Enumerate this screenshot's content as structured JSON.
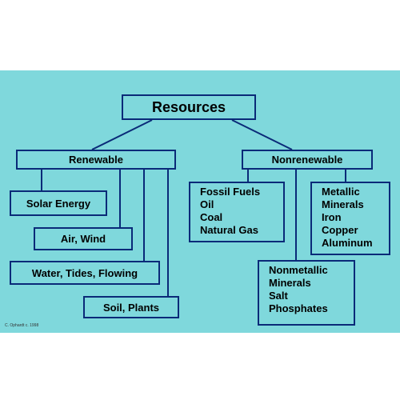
{
  "diagram": {
    "root": "Resources",
    "renewable": {
      "label": "Renewable",
      "items": [
        "Solar Energy",
        "Air, Wind",
        "Water, Tides, Flowing",
        "Soil, Plants"
      ]
    },
    "nonrenewable": {
      "label": "Nonrenewable",
      "fossil_fuels": [
        "Fossil Fuels",
        "Oil",
        "Coal",
        "Natural Gas"
      ],
      "metallic_minerals": [
        "Metallic",
        "Minerals",
        "Iron",
        "Copper",
        "Aluminum"
      ],
      "nonmetallic_minerals": [
        "Nonmetallic",
        "Minerals",
        "Salt",
        "Phosphates"
      ]
    },
    "credit": "C. Ophardt c. 1998"
  },
  "colors": {
    "background": "#7fd8dc",
    "border": "#0a2a78",
    "text": "#000000"
  }
}
